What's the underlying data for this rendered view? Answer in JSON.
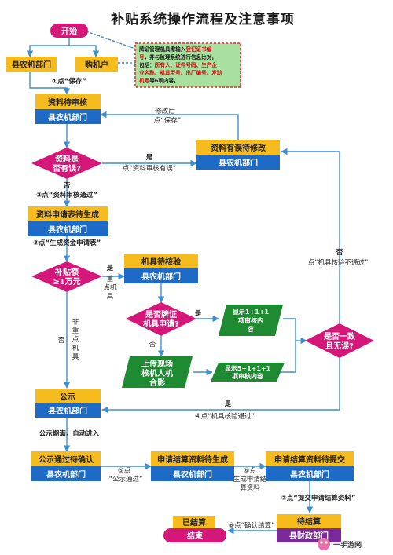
{
  "title": "补贴系统操作流程及注意事项",
  "note": {
    "line1": "牌证管理机具需输入",
    "line1_red": "登记证书编",
    "line2_red": "号",
    "line2": "，并与监理系统进行信息比对，",
    "line3": "包括：",
    "line3_red": "所有人、证件号码、生产企",
    "line4_red": "业名称、机具型号、出厂编号、发动",
    "line5_red": "机号",
    "line5": "等6项内容。"
  },
  "nodes": {
    "start": "开始",
    "county_dept": "县农机部门",
    "buyer": "购机户",
    "pending_review_title": "资料待审核",
    "error_q_1": "资料是",
    "error_q_2": "否有误?",
    "error_modify_title": "资料有误待修改",
    "apply_form_title": "资料申请表待生成",
    "amount_q_1": "补贴额",
    "amount_q_2": "≥1万元",
    "machine_check_title": "机具待核验",
    "plate_q_1": "是否牌证",
    "plate_q_2": "机具申请?",
    "show_1": "显示1+1+1",
    "show_2": "项审核内",
    "show_3": "容",
    "upload_1": "上传现场",
    "upload_2": "核机人机",
    "upload_3": "合影",
    "show5_1": "显示5+1+1+1",
    "show5_2": "项审核内容",
    "consistent_q_1": "是否一致",
    "consistent_q_2": "且无误?",
    "publicity_title": "公示",
    "confirm_title": "公示通过待确认",
    "settle_gen_title": "申请结算资料待生成",
    "settle_submit_title": "申请结算资料待提交",
    "pending_settle_title": "待结算",
    "finance_dept": "县财政部门",
    "settled": "已结算",
    "end": "结束"
  },
  "labels": {
    "step1_a": "①点",
    "step1_b": "“保存”",
    "modify_a": "修改后",
    "modify_b": "点“保存”",
    "yes": "是",
    "no": "否",
    "review_error": "点“资料审核有误”",
    "step2": "②点“资料审核通过”",
    "step3": "③点“生成资金申请表”",
    "key_machine_1": "重",
    "key_machine_2": "点机",
    "key_machine_3": "具",
    "non_key_1": "非",
    "non_key_2": "重",
    "non_key_3": "点",
    "non_key_4": "机",
    "non_key_5": "具",
    "check_fail": "点“机具核验不通过”",
    "step4": "④点“机具核验通过”",
    "publicity_auto": "公示期满，自动进入",
    "step5_a": "⑤点",
    "step5_b": "“公示通过”",
    "step6_a": "⑥点",
    "step6_b": "生成申请结",
    "step6_c": "算资料",
    "step7": "⑦点“提交申请结算资料”",
    "step8": "⑧点“确认结算”"
  },
  "watermark": "一手游网",
  "colors": {
    "orange": "#f6bb1c",
    "blue": "#1d6bc7",
    "magenta": "#d6177a",
    "green": "#1e8a32",
    "arrow": "#3d8fd0",
    "red": "#e8222b",
    "purple": "#7a2a9a"
  }
}
